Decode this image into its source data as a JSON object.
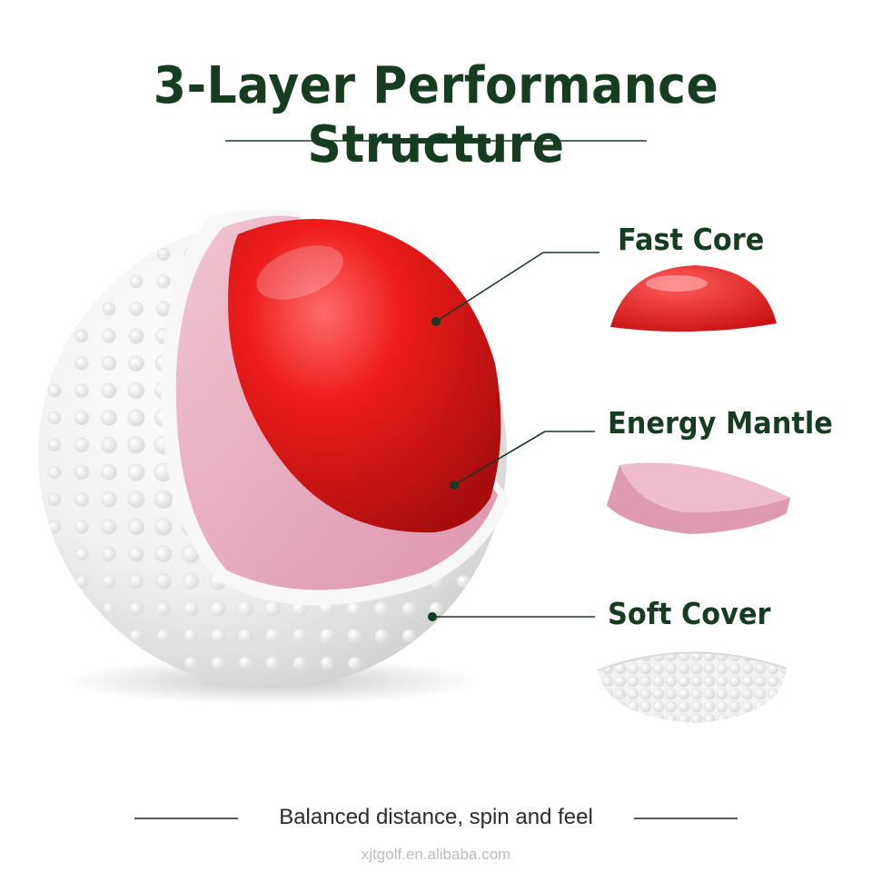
{
  "title": "3-Layer Performance Structure",
  "layers": [
    {
      "label": "Fast Core",
      "color": "#e01818"
    },
    {
      "label": "Energy Mantle",
      "color": "#e7a8bd"
    },
    {
      "label": "Soft Cover",
      "color": "#f4f4f4"
    }
  ],
  "tagline": "Balanced distance, spin and feel",
  "watermark": "xjtgolf.en.alibaba.com",
  "colors": {
    "heading": "#163d22",
    "accent_line": "#163d22"
  }
}
